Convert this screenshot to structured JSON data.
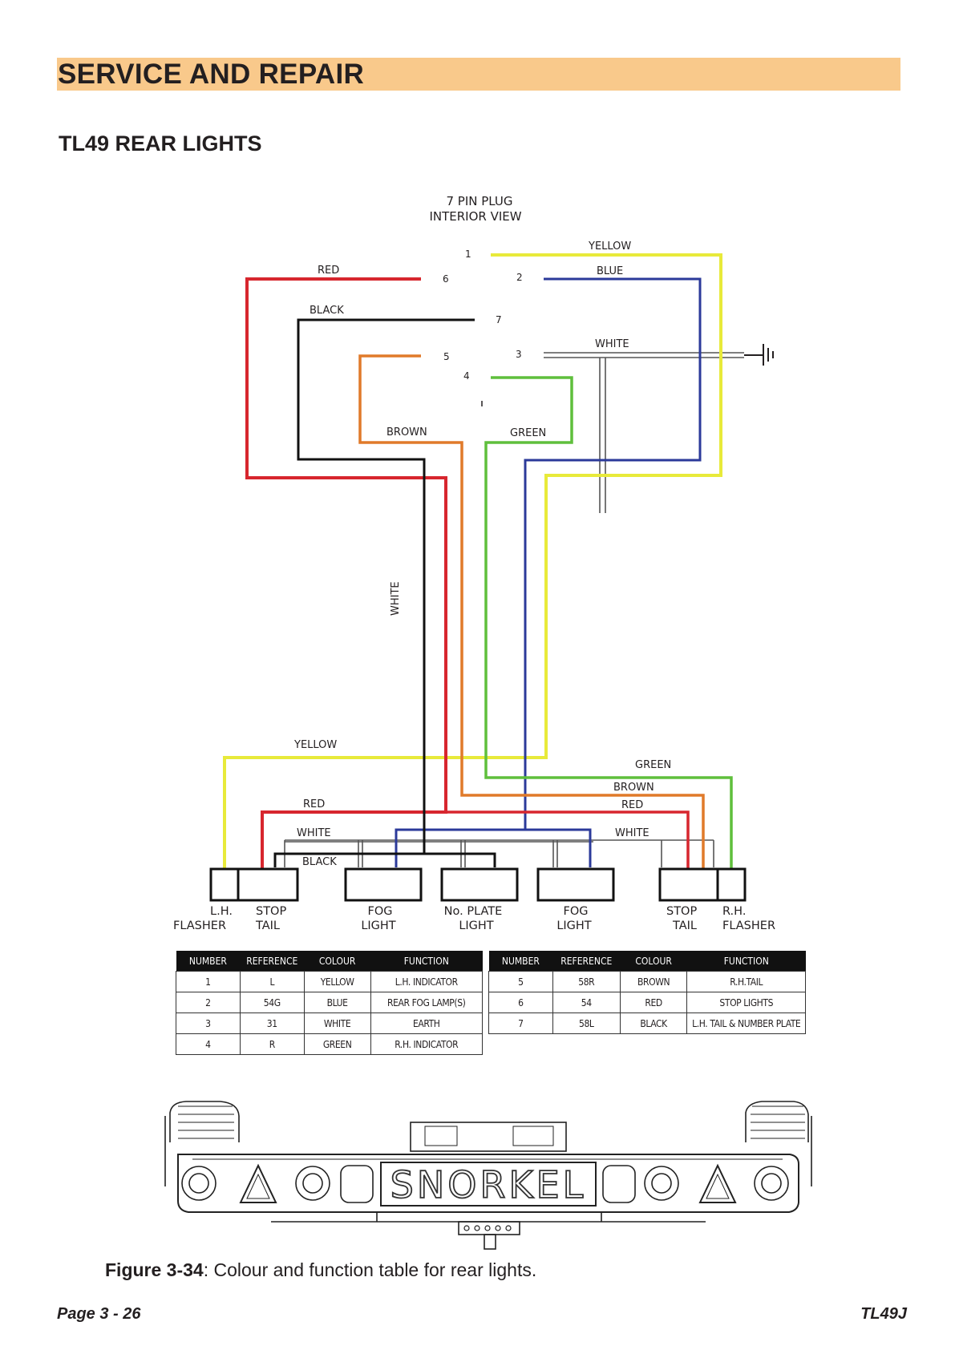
{
  "header": {
    "section_title": "SERVICE AND REPAIR"
  },
  "subheading": "TL49 REAR LIGHTS",
  "plug": {
    "title_line1": "7 PIN PLUG",
    "title_line2": "INTERIOR VIEW",
    "pins": [
      "1",
      "2",
      "3",
      "4",
      "5",
      "6",
      "7"
    ]
  },
  "wire_labels": {
    "yellow": "YELLOW",
    "blue": "BLUE",
    "red": "RED",
    "black": "BLACK",
    "white": "WHITE",
    "brown": "BROWN",
    "green": "GREEN"
  },
  "wire_colors": {
    "yellow": "#e8ea3a",
    "blue": "#2b3a9a",
    "red": "#d7262e",
    "black": "#111111",
    "white": "#555555",
    "brown": "#e07a2a",
    "green": "#5fbf3c"
  },
  "lamp_labels": {
    "lh_flasher": [
      "L.H.",
      "FLASHER"
    ],
    "lh_stop_tail": [
      "STOP",
      "TAIL"
    ],
    "fog_left": [
      "FOG",
      "LIGHT"
    ],
    "no_plate": [
      "No. PLATE",
      "LIGHT"
    ],
    "fog_right": [
      "FOG",
      "LIGHT"
    ],
    "rh_stop_tail": [
      "STOP",
      "TAIL"
    ],
    "rh_flasher": [
      "R.H.",
      "FLASHER"
    ]
  },
  "table_left": {
    "headers": [
      "NUMBER",
      "REFERENCE",
      "COLOUR",
      "FUNCTION"
    ],
    "rows": [
      [
        "1",
        "L",
        "YELLOW",
        "L.H. INDICATOR"
      ],
      [
        "2",
        "54G",
        "BLUE",
        "REAR FOG LAMP(S)"
      ],
      [
        "3",
        "31",
        "WHITE",
        "EARTH"
      ],
      [
        "4",
        "R",
        "GREEN",
        "R.H. INDICATOR"
      ]
    ]
  },
  "table_right": {
    "headers": [
      "NUMBER",
      "REFERENCE",
      "COLOUR",
      "FUNCTION"
    ],
    "rows": [
      [
        "5",
        "58R",
        "BROWN",
        "R.H.TAIL"
      ],
      [
        "6",
        "54",
        "RED",
        "STOP LIGHTS"
      ],
      [
        "7",
        "58L",
        "BLACK",
        "L.H. TAIL & NUMBER PLATE"
      ]
    ]
  },
  "illustration": {
    "brand_text": "SNORKEL"
  },
  "caption": {
    "label": "Figure 3-34",
    "text": ": Colour and function table for rear lights."
  },
  "footer": {
    "page": "Page 3 - 26",
    "model": "TL49J"
  }
}
